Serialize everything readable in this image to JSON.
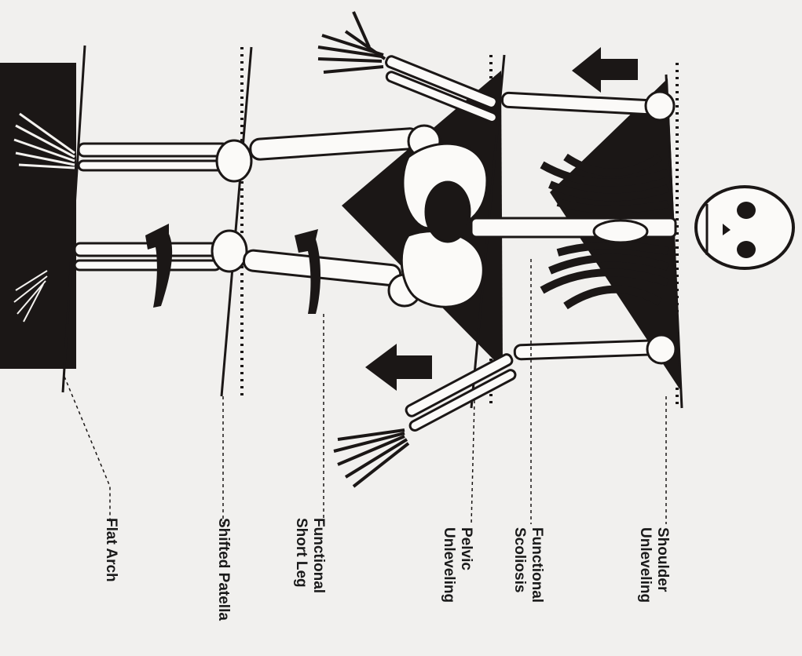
{
  "labels": {
    "shoulder": [
      "Shoulder",
      "Unleveling"
    ],
    "scoliosis": [
      "Functional",
      "Scoliosis"
    ],
    "pelvic": [
      "Pelvic",
      "Unleveling"
    ],
    "short_leg": [
      "Functional",
      "Short Leg"
    ],
    "patella": [
      "Shifted Patella"
    ],
    "arch": [
      "Flat Arch"
    ]
  },
  "colors": {
    "ink": "#1b1716",
    "paper": "#f1f0ee",
    "bone": "#fbfaf8"
  },
  "icons": {
    "arrow_top": "arrow-up",
    "arrow_bottom": "arrow-up",
    "curved_arrow_upper": "curved-arrow",
    "curved_arrow_lower": "curved-arrow"
  }
}
